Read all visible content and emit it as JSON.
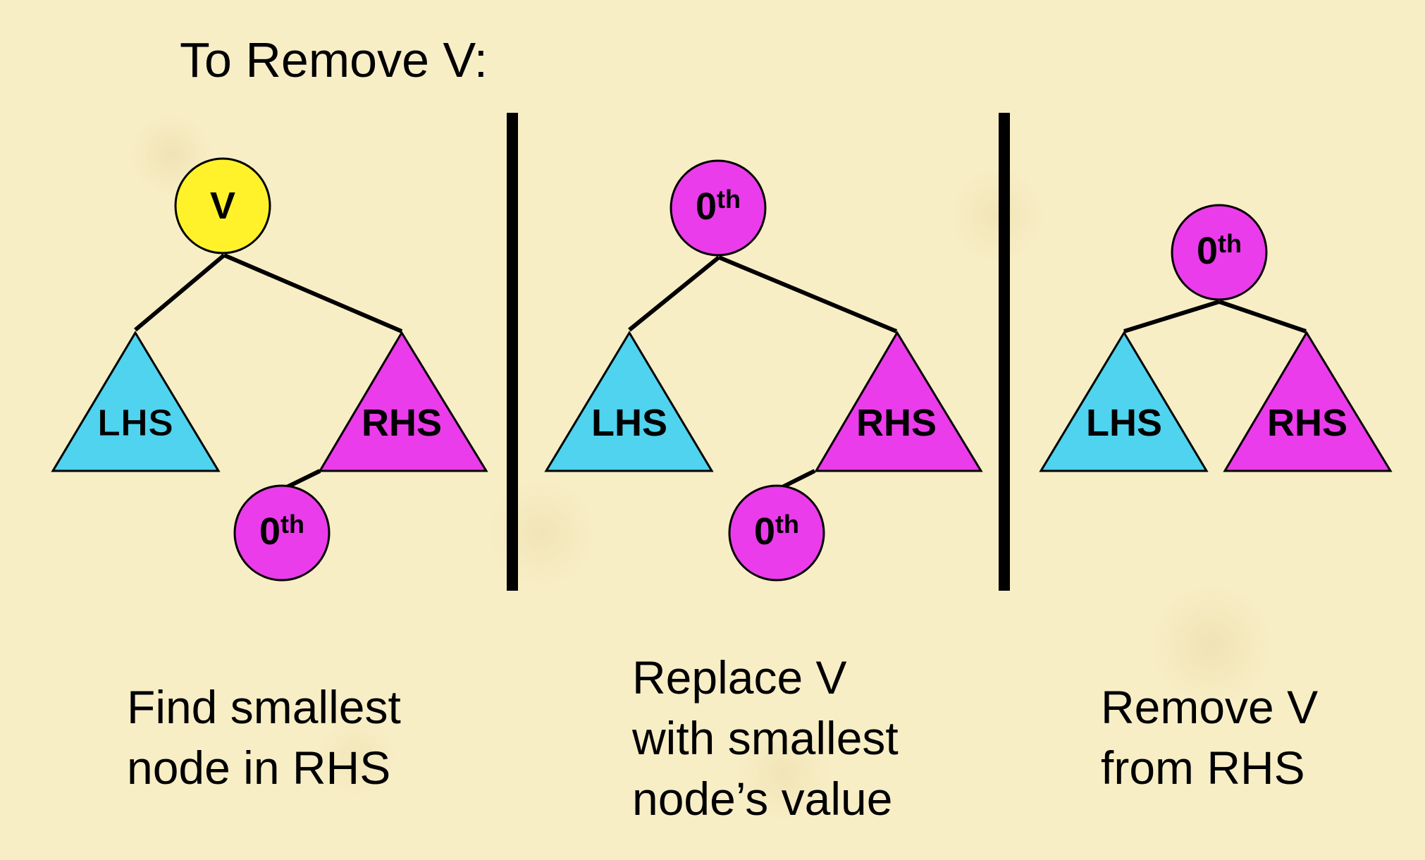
{
  "title": "To Remove V:",
  "colors": {
    "background": "#f8eec6",
    "root_node": "#fff22a",
    "magenta": "#ea3cea",
    "cyan": "#4fd3ee",
    "line": "#000000"
  },
  "panels": [
    {
      "root_label": "V",
      "left_subtree": "LHS",
      "right_subtree": "RHS",
      "extra_node": {
        "base": "0",
        "sup": "th"
      },
      "caption": [
        "Find smallest",
        "node in RHS"
      ]
    },
    {
      "root_label": {
        "base": "0",
        "sup": "th"
      },
      "left_subtree": "LHS",
      "right_subtree": "RHS",
      "extra_node": {
        "base": "0",
        "sup": "th"
      },
      "caption": [
        "Replace V",
        "with smallest",
        "node’s value"
      ]
    },
    {
      "root_label": {
        "base": "0",
        "sup": "th"
      },
      "left_subtree": "LHS",
      "right_subtree": "RHS",
      "caption": [
        "Remove V",
        "from RHS"
      ]
    }
  ]
}
